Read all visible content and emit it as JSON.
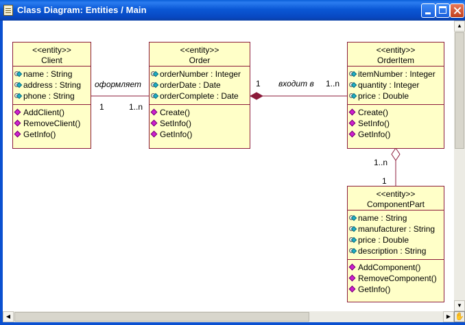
{
  "window": {
    "title": "Class Diagram: Entities / Main"
  },
  "classes": {
    "client": {
      "stereotype": "<<entity>>",
      "name": "Client",
      "attributes": [
        "name : String",
        "address : String",
        "phone : String"
      ],
      "operations": [
        "AddClient()",
        "RemoveClient()",
        "GetInfo()"
      ]
    },
    "order": {
      "stereotype": "<<entity>>",
      "name": "Order",
      "attributes": [
        "orderNumber : Integer",
        "orderDate : Date",
        "orderComplete : Date"
      ],
      "operations": [
        "Create()",
        "SetInfo()",
        "GetInfo()"
      ]
    },
    "orderitem": {
      "stereotype": "<<entity>>",
      "name": "OrderItem",
      "attributes": [
        "itemNumber : Integer",
        "quantity : Integer",
        "price : Double"
      ],
      "operations": [
        "Create()",
        "SetInfo()",
        "GetInfo()"
      ]
    },
    "componentpart": {
      "stereotype": "<<entity>>",
      "name": "ComponentPart",
      "attributes": [
        "name : String",
        "manufacturer : String",
        "price : Double",
        "description : String"
      ],
      "operations": [
        "AddComponent()",
        "RemoveComponent()",
        "GetInfo()"
      ]
    }
  },
  "associations": {
    "client_order": {
      "label": "оформляет",
      "mult_left": "1",
      "mult_right": "1..n"
    },
    "order_item": {
      "label": "входит в",
      "mult_left": "1",
      "mult_right": "1..n"
    },
    "item_part": {
      "mult_top": "1..n",
      "mult_bottom": "1"
    }
  },
  "colors": {
    "class_fill": "#ffffc8",
    "class_border": "#8b1a3a",
    "titlebar": "#0a58d6"
  },
  "icons": {
    "attribute": "attribute-icon",
    "operation": "operation-icon"
  }
}
